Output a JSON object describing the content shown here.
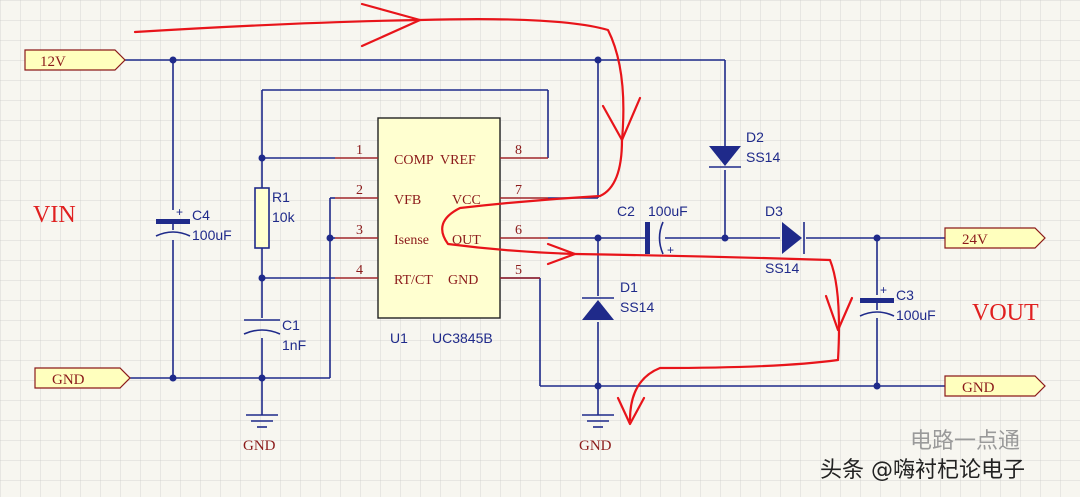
{
  "ports": {
    "vin_12v": "12V",
    "gnd_left": "GND",
    "out_24v": "24V",
    "gnd_right": "GND"
  },
  "labels": {
    "vin": "VIN",
    "vout": "VOUT"
  },
  "ic": {
    "ref": "U1",
    "part": "UC3845B",
    "pins": {
      "p1_num": "1",
      "p1_name": "COMP",
      "p2_num": "2",
      "p2_name": "VFB",
      "p3_num": "3",
      "p3_name": "Isense",
      "p4_num": "4",
      "p4_name": "RT/CT",
      "p5_num": "5",
      "p5_name": "GND",
      "p6_num": "6",
      "p6_name": "OUT",
      "p7_num": "7",
      "p7_name": "VCC",
      "p8_num": "8",
      "p8_name": "VREF"
    }
  },
  "components": {
    "c4_ref": "C4",
    "c4_val": "100uF",
    "r1_ref": "R1",
    "r1_val": "10k",
    "c1_ref": "C1",
    "c1_val": "1nF",
    "c2_ref": "C2",
    "c2_val": "100uF",
    "c3_ref": "C3",
    "c3_val": "100uF",
    "d1_ref": "D1",
    "d1_val": "SS14",
    "d2_ref": "D2",
    "d2_val": "SS14",
    "d3_ref": "D3",
    "d3_val": "SS14"
  },
  "ground_labels": {
    "g1": "GND",
    "g2": "GND"
  },
  "watermark": {
    "line1": "电路一点通",
    "line2": "头条 @嗨衬杞论电子"
  },
  "colors": {
    "wire": "#1f2a8a",
    "label": "#8b1a1a",
    "flow_arrow": "#e8141a"
  }
}
